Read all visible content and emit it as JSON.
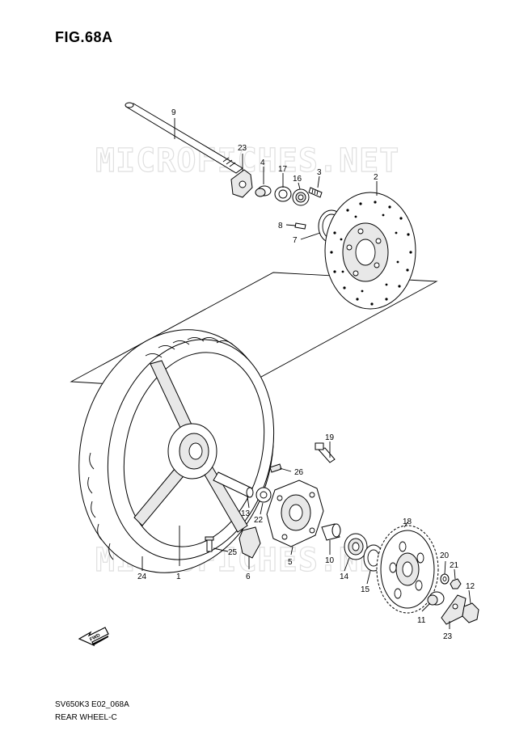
{
  "figure": {
    "title": "FIG.68A",
    "code": "SV650K3 E02_068A",
    "name": "REAR WHEEL-C"
  },
  "watermark": "MICROFICHES.NET",
  "fwd_label": "FWD",
  "callouts": [
    "9",
    "23",
    "4",
    "17",
    "16",
    "3",
    "2",
    "8",
    "7",
    "19",
    "26",
    "13",
    "22",
    "5",
    "18",
    "10",
    "14",
    "15",
    "20",
    "21",
    "12",
    "25",
    "24",
    "1",
    "6",
    "11",
    "23"
  ]
}
